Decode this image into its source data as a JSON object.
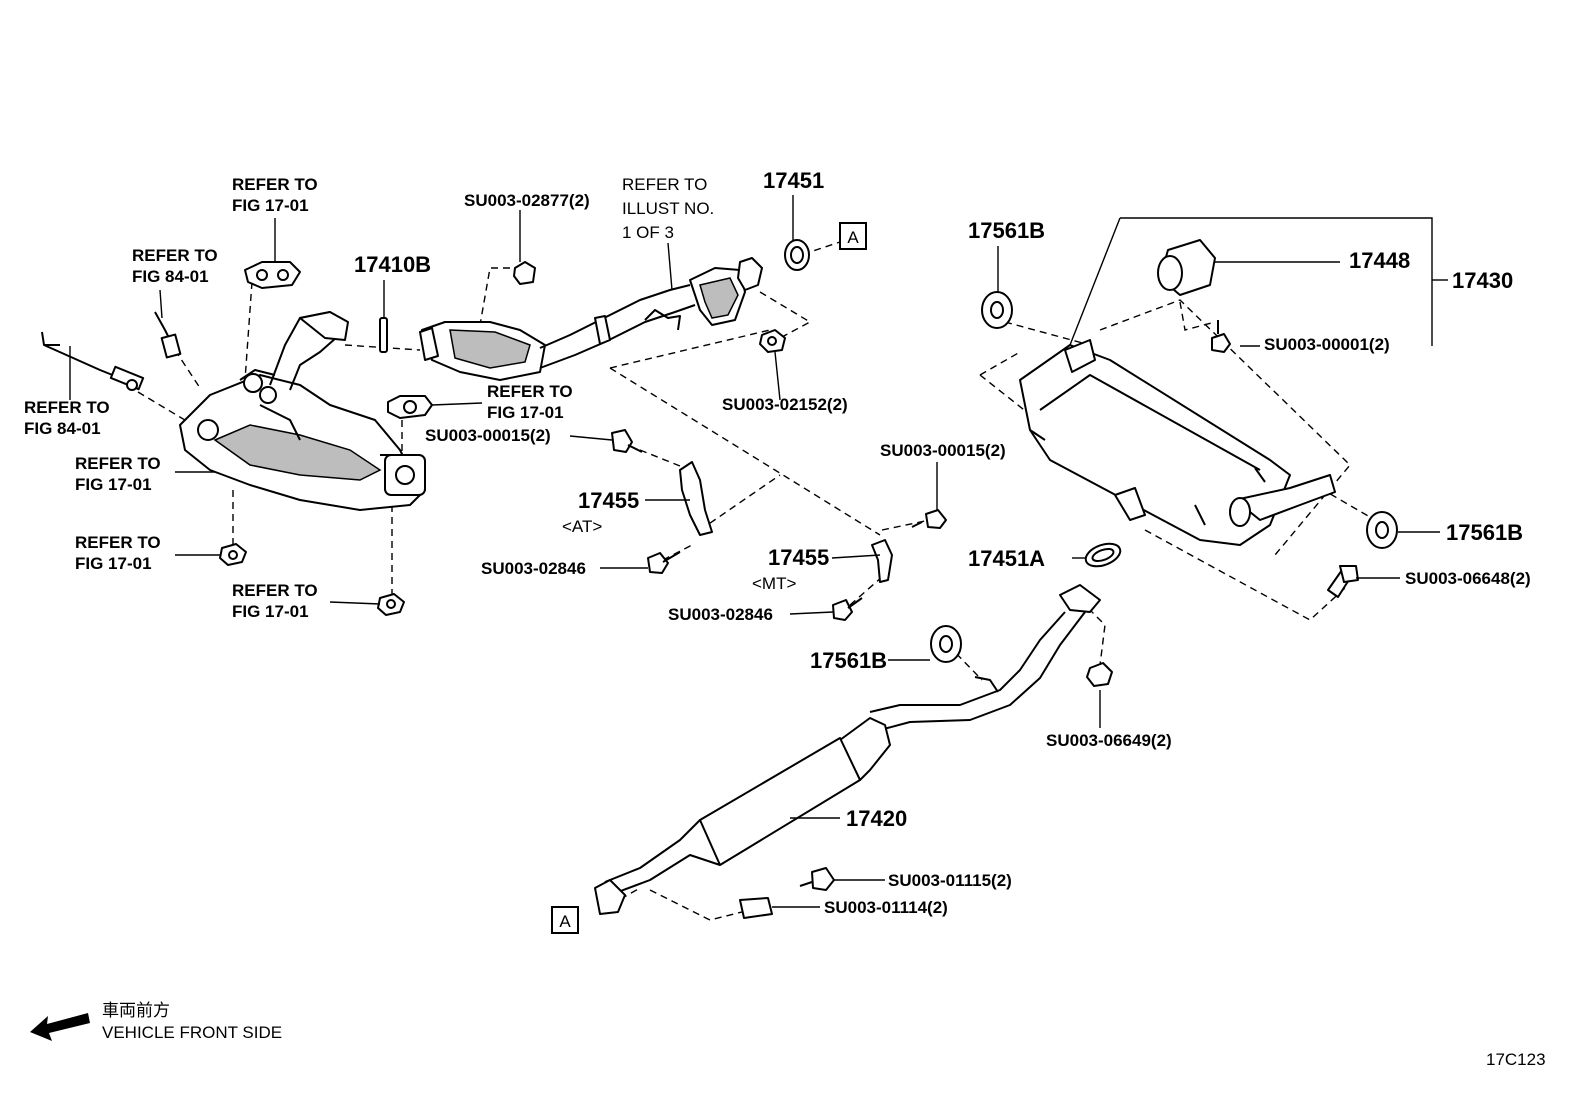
{
  "labels": {
    "p17451": "17451",
    "p17410b": "17410B",
    "p17561b_top": "17561B",
    "p17448": "17448",
    "p17430": "17430",
    "p17561b_right": "17561B",
    "p17451a": "17451A",
    "p17561b_mid": "17561B",
    "p17420": "17420",
    "p17455_at": "17455",
    "at_note": "<AT>",
    "p17455_mt": "17455",
    "mt_note": "<MT>",
    "su_02877": "SU003-02877(2)",
    "su_02152": "SU003-02152(2)",
    "su_00001": "SU003-00001(2)",
    "su_00015_a": "SU003-00015(2)",
    "su_00015_b": "SU003-00015(2)",
    "su_02846_a": "SU003-02846",
    "su_02846_b": "SU003-02846",
    "su_06648": "SU003-06648(2)",
    "su_06649": "SU003-06649(2)",
    "su_01115": "SU003-01115(2)",
    "su_01114": "SU003-01114(2)"
  },
  "references": {
    "fig17_top": [
      "REFER TO",
      "FIG 17-01"
    ],
    "fig84_upper": [
      "REFER TO",
      "FIG 84-01"
    ],
    "fig84_left": [
      "REFER TO",
      "FIG 84-01"
    ],
    "fig17_mid": [
      "REFER TO",
      "FIG 17-01"
    ],
    "fig17_gasket": [
      "REFER TO",
      "FIG 17-01"
    ],
    "fig17_nut_left": [
      "REFER TO",
      "FIG 17-01"
    ],
    "fig17_nut_bottom": [
      "REFER TO",
      "FIG 17-01"
    ],
    "illust": [
      "REFER TO",
      "ILLUST NO.",
      "1 OF 3"
    ]
  },
  "connector_a_top": "A",
  "connector_a_bottom": "A",
  "legend": {
    "jp": "車両前方",
    "en": "VEHICLE FRONT SIDE",
    "arrow_icon": "front-arrow-icon"
  },
  "figure_code": "17C123"
}
